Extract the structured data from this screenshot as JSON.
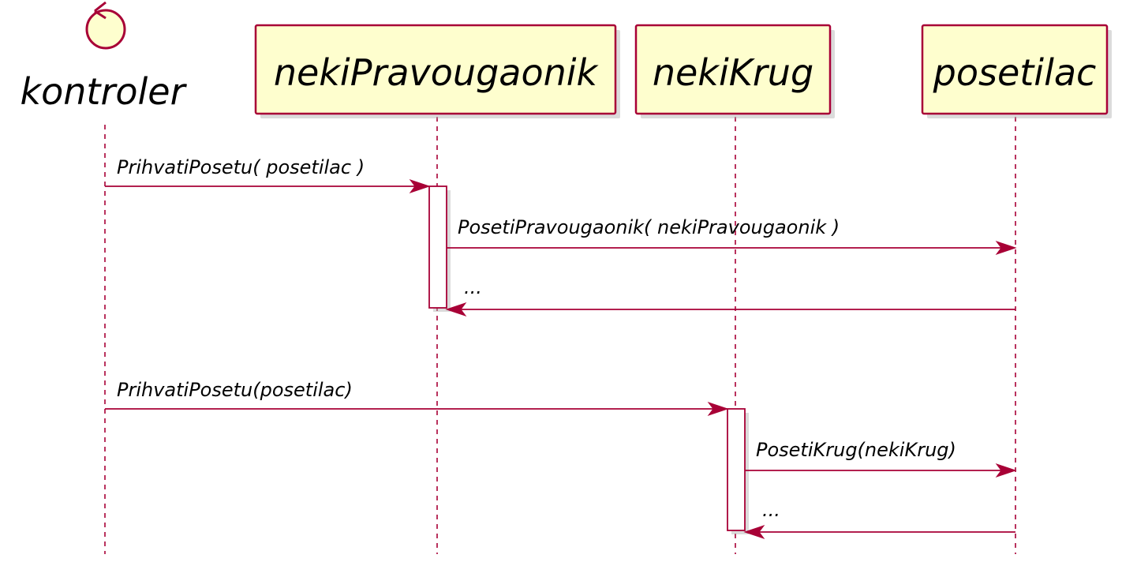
{
  "participants": {
    "kontroler": "kontroler",
    "rect": "nekiPravougaonik",
    "krug": "nekiKrug",
    "posetilac": "posetilac"
  },
  "messages": {
    "m1": "PrihvatiPosetu( posetilac )",
    "m2": "PosetiPravougaonik( nekiPravougaonik )",
    "m3": "...",
    "m4": "PrihvatiPosetu(posetilac)",
    "m5": "PosetiKrug(nekiKrug)",
    "m6": "..."
  },
  "colors": {
    "border": "#a80036",
    "participant_fill": "#fefece"
  },
  "icons": {
    "kontroler": "control-icon"
  }
}
